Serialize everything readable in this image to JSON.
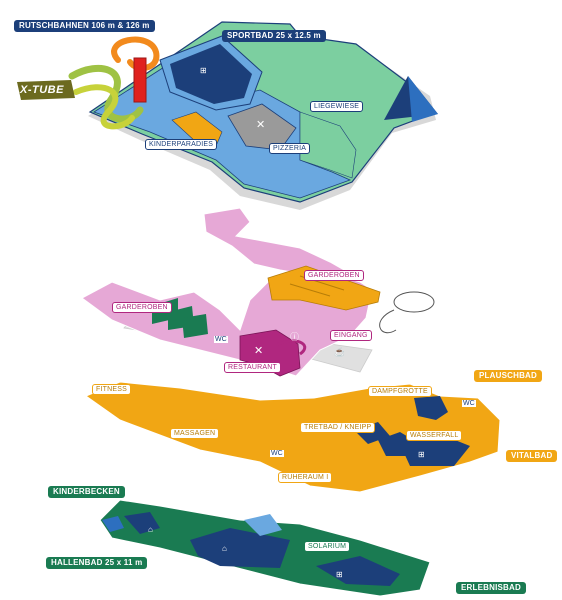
{
  "labels": {
    "rutschbahnen": "RUTSCHBAHNEN 106 m & 126 m",
    "sportbad": "SPORTBAD 25 x 12.5 m",
    "xtube": "X-TUBE",
    "liegewiese": "LIEGEWIESE",
    "kinderparadies": "KINDERPARADIES",
    "pizzeria": "PIZZERIA",
    "garderoben_upper": "GARDEROBEN",
    "garderoben_left": "GARDEROBEN",
    "eingang": "EINGANG",
    "restaurant": "RESTAURANT",
    "plauschbad": "PLAUSCHBAD",
    "fitness": "FITNESS",
    "dampfgrotte": "DAMPFGROTTE",
    "massagen": "MASSAGEN",
    "tretbad": "TRETBAD / KNEIPP",
    "wasserfall": "WASSERFALL",
    "vitalbad": "VITALBAD",
    "ruheraum": "RUHERAUM I",
    "kinderbecken": "KINDERBECKEN",
    "solarium": "SOLARIUM",
    "hallenbad": "HALLENBAD 25 x 11 m",
    "erlebnisbad": "ERLEBNISBAD"
  },
  "colors": {
    "outdoor_green": "#7ccfa0",
    "outdoor_blue": "#6aa8e0",
    "pool_navy": "#1c3f7a",
    "wellness_orange": "#f1a614",
    "entrance_pink": "#e6a8d6",
    "restaurant_magenta": "#b0277f",
    "hallenbad_green": "#1a7b52"
  },
  "icons": [
    "wc-icon",
    "shower-icon",
    "info-icon",
    "restaurant-icon",
    "coffee-icon",
    "sauna-icon"
  ]
}
